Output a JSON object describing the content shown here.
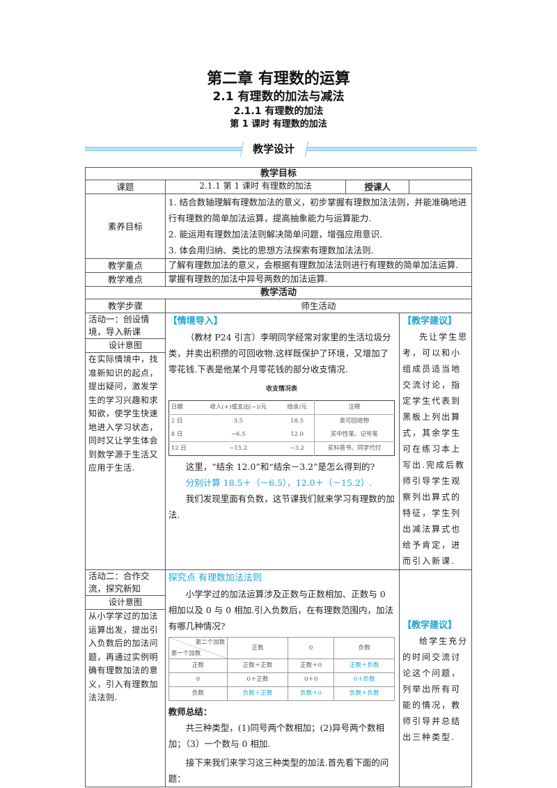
{
  "titles": {
    "chapter": "第二章  有理数的运算",
    "section": "2.1 有理数的加法与减法",
    "subsection": "2.1.1 有理数的加法",
    "lesson": "第 1 课时  有理数的加法"
  },
  "banner": {
    "label": "教学设计",
    "accent": "#7cc4e6"
  },
  "goals": {
    "header": "教学目标",
    "topic_label": "课题",
    "topic_value": "2.1.1  第 1 课时  有理数的加法",
    "teacher_label": "授课人",
    "teacher_value": "",
    "literacy_label": "素养目标",
    "literacy_items": [
      "1.  结合数轴理解有理数加法的意义，初步掌握有理数加法法则，并能准确地进行有理数的简单加法运算，提高抽象能力与运算能力.",
      "2.  能运用有理数加法法则解决简单问题，增强应用意识.",
      "3.  体会用归纳、类比的思想方法探索有理数加法法则."
    ],
    "key_label": "教学重点",
    "key_value": "了解有理数加法的意义，会根据有理数加法法则进行有理数的简单加法运算.",
    "difficulty_label": "教学难点",
    "difficulty_value": "掌握有理数的加法中异号两数的加法运算."
  },
  "activities": {
    "header": "教学活动",
    "col_step": "教学步骤",
    "col_activity": "师生活动",
    "accent": "#1aa3d9",
    "activity1": {
      "title": "活动一：创设情境，导入新课",
      "intent_label": "设计意图",
      "intent": "在实际情境中，找准新知识的起点，提出疑问，激发学生的学习兴趣和求知欲，使学生快速地进入学习状态，同时又让学生体会到数学源于生活又应用于生活.",
      "section_title": "【情境导入】",
      "intro": "（教材 P24 引言）李明同学经常对家里的生活垃圾分类，并卖出积攒的可回收物.这样既保护了环境，又增加了零花钱.下表是他某个月零花钱的部分收支情况.",
      "table_caption": "收支情况表",
      "table_headers": [
        "日期",
        "收入(+)或支出(−)/元",
        "结余/元",
        "注释"
      ],
      "table_rows": [
        [
          "2 日",
          "3.5",
          "18.5",
          "卖可回收物"
        ],
        [
          "8 日",
          "−6.5",
          "12.0",
          "买中性笔、记号笔"
        ],
        [
          "12 日",
          "−15.2",
          "−3.2",
          "买科普书、同学代付"
        ]
      ],
      "question": "这里，“结余 12.0”和“结余－3.2”是怎么得到的?",
      "answer": "分别计算 18.5＋（－6.5），12.0＋（－15.2）.",
      "closing": "我们发现里面有负数，这节课我们就来学习有理数的加法.",
      "suggestion_title": "【教学建议】",
      "suggestion": "先让学生思考，可以和小组成员适当地交流讨论，指定学生代表到黑板上列出算式，其余学生可在练习本上写出.完成后教师引导学生观察列出算式的特征，学生列出减法算式也给予肯定，进而引入新课."
    },
    "activity2": {
      "title": "活动二：合作交流，探究新知",
      "intent_label": "设计意图",
      "intent": "从小学学过的加法运算出发，提出引入负数后的加法问题，再通过实例明确有理数加法的意义，引入有理数加法法则.",
      "section_title": "探究点  有理数加法法则",
      "intro": "小学学过的加法运算涉及正数与正数相加、正数与 0 相加以及 0 与 0 相加.引入负数后，在有理数范围内，加法有哪几种情况?",
      "table_corner_top": "第二个加数",
      "table_corner_bottom": "第一个加数",
      "table_headers": [
        "正数",
        "0",
        "负数"
      ],
      "table_rows": [
        {
          "label": "正数",
          "cells": [
            "正数＋正数",
            "正数＋0",
            "正数＋负数"
          ],
          "blue": [
            false,
            false,
            true
          ]
        },
        {
          "label": "0",
          "cells": [
            "0＋正数",
            "0＋0",
            "0＋负数"
          ],
          "blue": [
            false,
            false,
            true
          ]
        },
        {
          "label": "负数",
          "cells": [
            "负数＋正数",
            "负数＋0",
            "负数＋负数"
          ],
          "blue": [
            true,
            true,
            true
          ]
        }
      ],
      "summary_title": "教师总结：",
      "summary": "共三种类型，(1)同号两个数相加；(2)异号两个数相加；（3）一个数与 0 相加.",
      "next": "接下来我们来学习这三种类型的加法.首先看下面的问题：",
      "suggestion_title": "【教学建议】",
      "suggestion": "给学生充分的时间交流讨论这个问题，列举出所有可能的情况，教师引导并总结出三种类型."
    }
  }
}
